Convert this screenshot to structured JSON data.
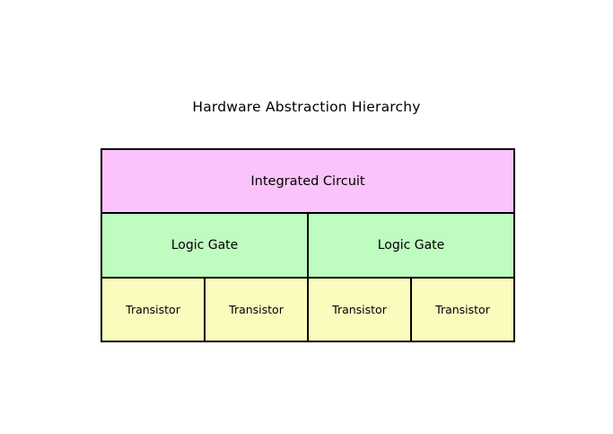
{
  "figure": {
    "title": "Hardware Abstraction Hierarchy",
    "background_color": "#ffffff",
    "border_color": "#000000"
  },
  "hierarchy": {
    "tiers": [
      {
        "level": "integrated-circuit",
        "fill_color": "#fbc2fc",
        "nodes": [
          {
            "label": "Integrated Circuit"
          }
        ]
      },
      {
        "level": "logic-gate",
        "fill_color": "#bffcbf",
        "nodes": [
          {
            "label": "Logic Gate"
          },
          {
            "label": "Logic Gate"
          }
        ]
      },
      {
        "level": "transistor",
        "fill_color": "#fbfbbe",
        "nodes": [
          {
            "label": "Transistor"
          },
          {
            "label": "Transistor"
          },
          {
            "label": "Transistor"
          },
          {
            "label": "Transistor"
          }
        ]
      }
    ]
  }
}
